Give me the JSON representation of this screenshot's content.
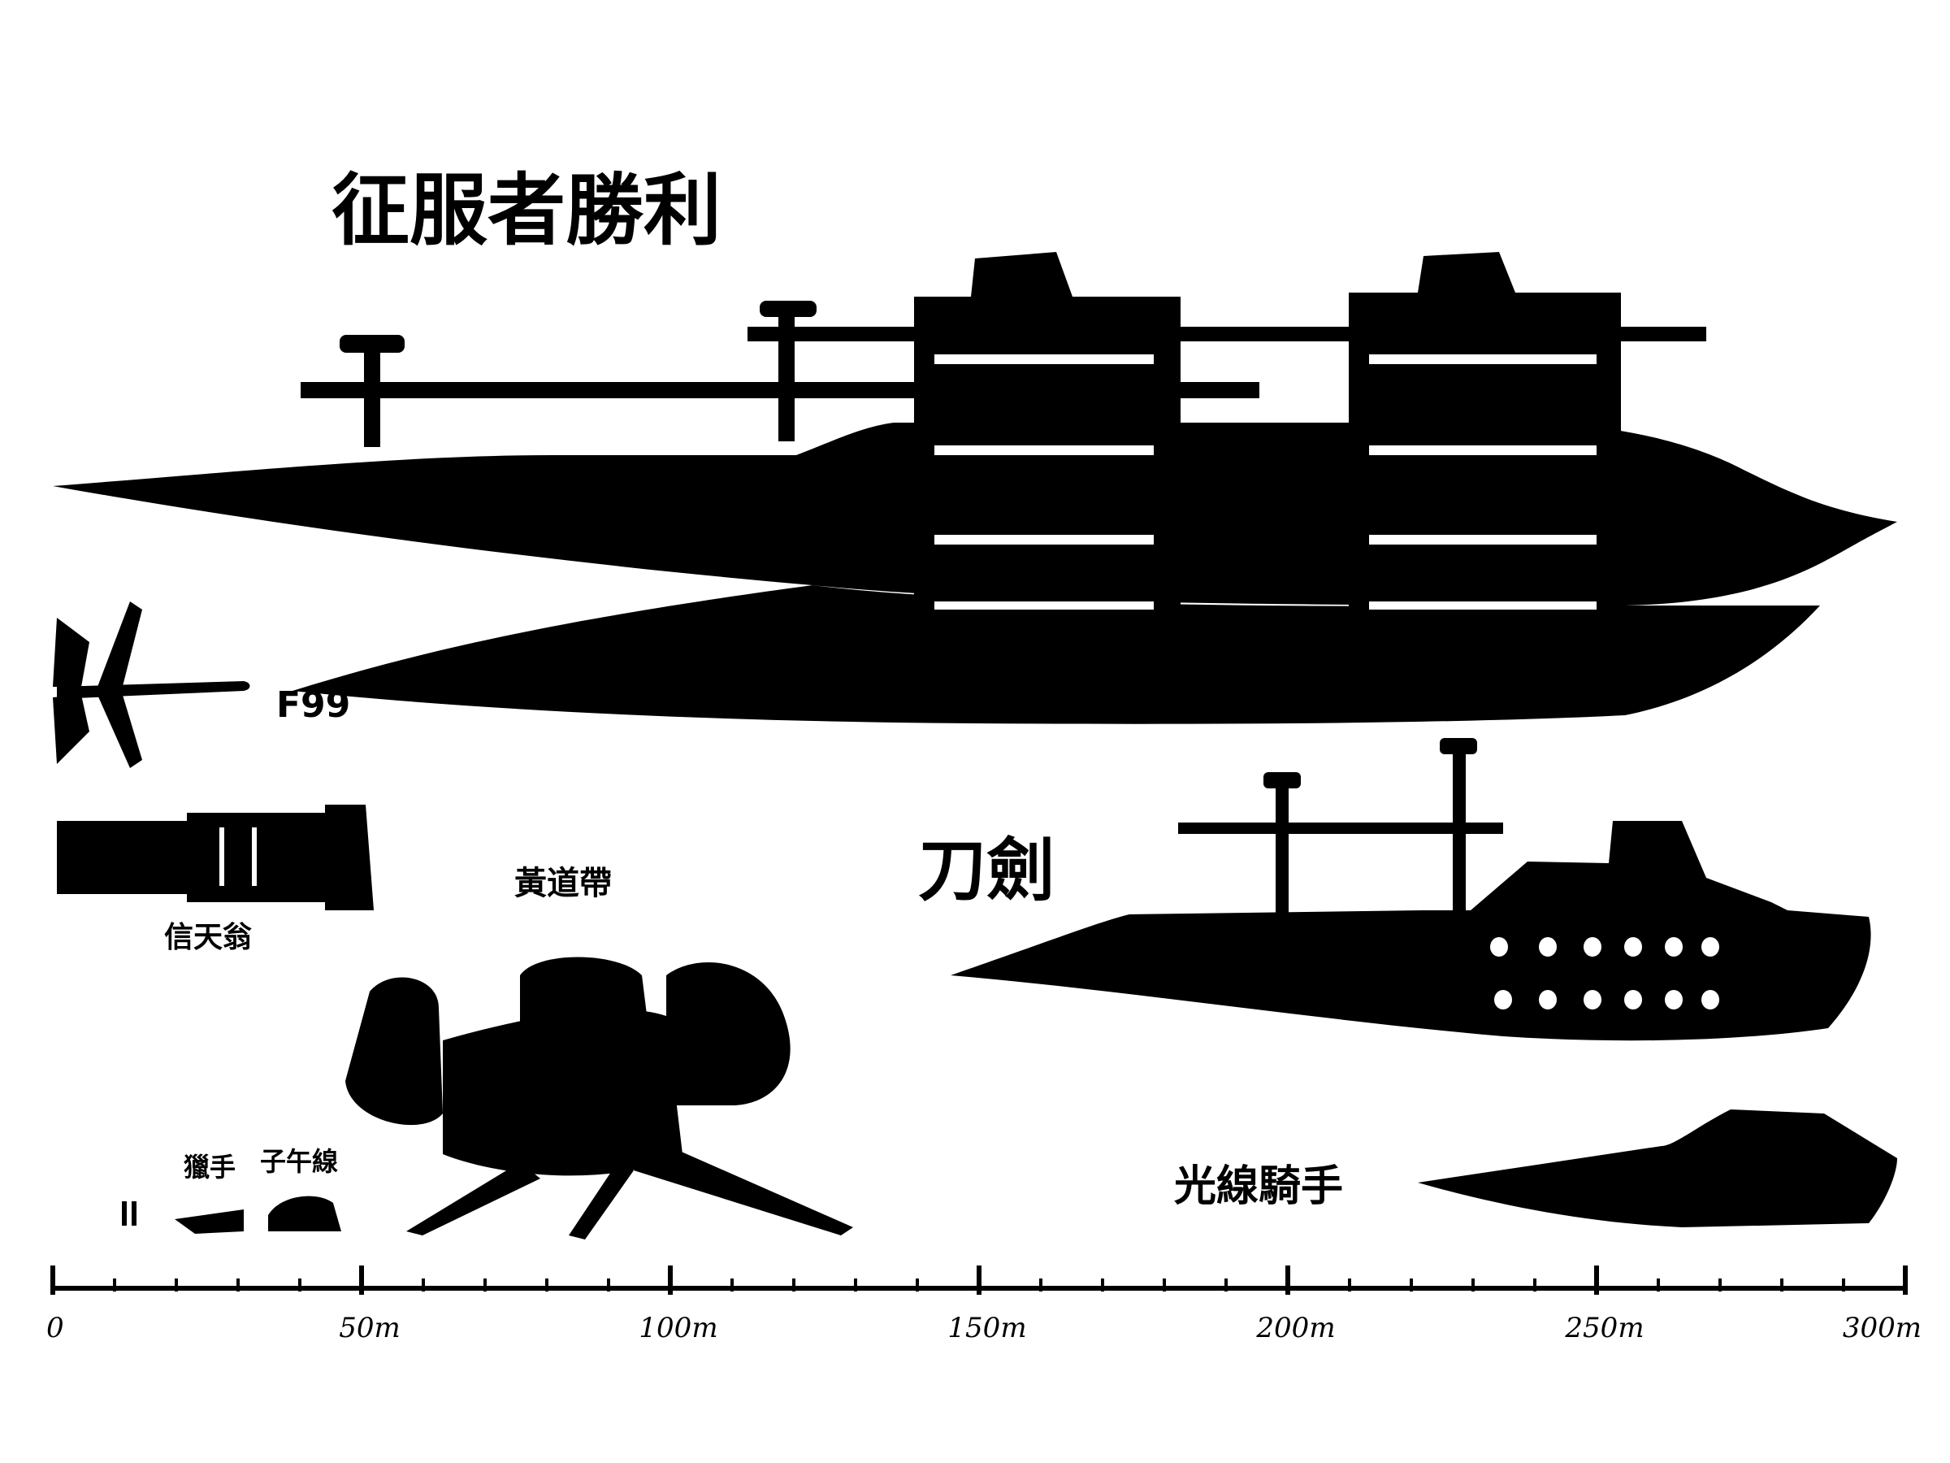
{
  "labels": {
    "flagship": "征服者勝利",
    "fighter": "F99",
    "probe": "信天翁",
    "zodiac": "黃道帶",
    "blade": "刀劍",
    "hunter": "獵手",
    "meridian": "子午線",
    "lightrider": "光線騎手"
  },
  "scale": {
    "unit": "m",
    "min": 0,
    "max": 300,
    "major_ticks": [
      {
        "value": 0,
        "label": "0"
      },
      {
        "value": 50,
        "label": "50m"
      },
      {
        "value": 100,
        "label": "100m"
      },
      {
        "value": 150,
        "label": "150m"
      },
      {
        "value": 200,
        "label": "200m"
      },
      {
        "value": 250,
        "label": "250m"
      },
      {
        "value": 300,
        "label": "300m"
      }
    ],
    "minor_step": 10
  },
  "colors": {
    "silhouette": "#000000",
    "background": "#ffffff"
  }
}
